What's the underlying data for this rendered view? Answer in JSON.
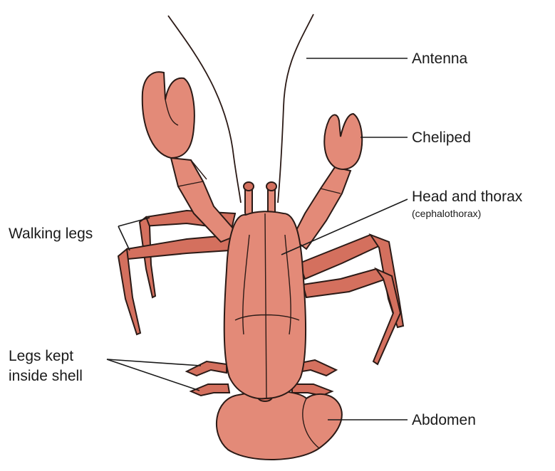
{
  "labels": {
    "antenna": "Antenna",
    "cheliped": "Cheliped",
    "head_thorax": "Head and thorax",
    "head_thorax_sub": "(cephalothorax)",
    "walking_legs": "Walking legs",
    "legs_kept_line1": "Legs kept",
    "legs_kept_line2": "inside shell",
    "abdomen": "Abdomen"
  },
  "colors": {
    "shell": "#e38a78",
    "shell_shadow": "#d4705e",
    "outline": "#2b1a16",
    "label_text": "#1a1a1a"
  }
}
